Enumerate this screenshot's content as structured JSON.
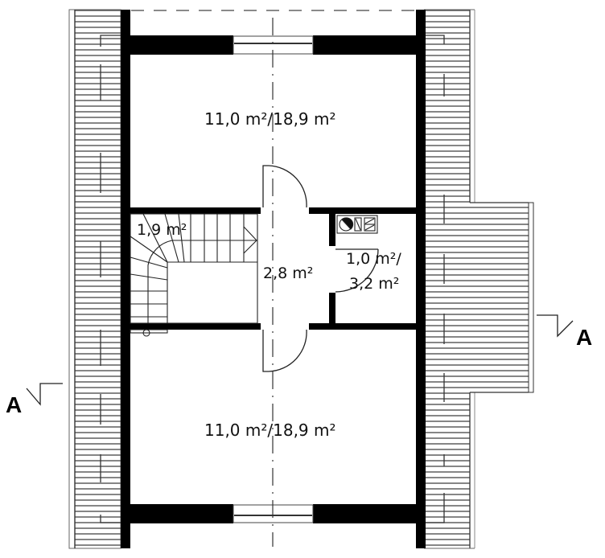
{
  "plan": {
    "type": "attic floor plan",
    "colors": {
      "wall": "#000000",
      "line": "#222222",
      "background": "#ffffff"
    }
  },
  "rooms": [
    {
      "id": "room-top",
      "label": "11,0 m²/18,9 m²"
    },
    {
      "id": "stair",
      "label": "1,9 m²"
    },
    {
      "id": "hall",
      "label": "2,8 m²"
    },
    {
      "id": "bath",
      "label_line1": "1,0 m²/",
      "label_line2": "3,2 m²"
    },
    {
      "id": "room-bottom",
      "label": "11,0 m²/18,9 m²"
    }
  ],
  "section_marks": {
    "left": "A",
    "right": "A"
  },
  "fixtures": [
    "washing-machine",
    "sink",
    "toilet"
  ]
}
